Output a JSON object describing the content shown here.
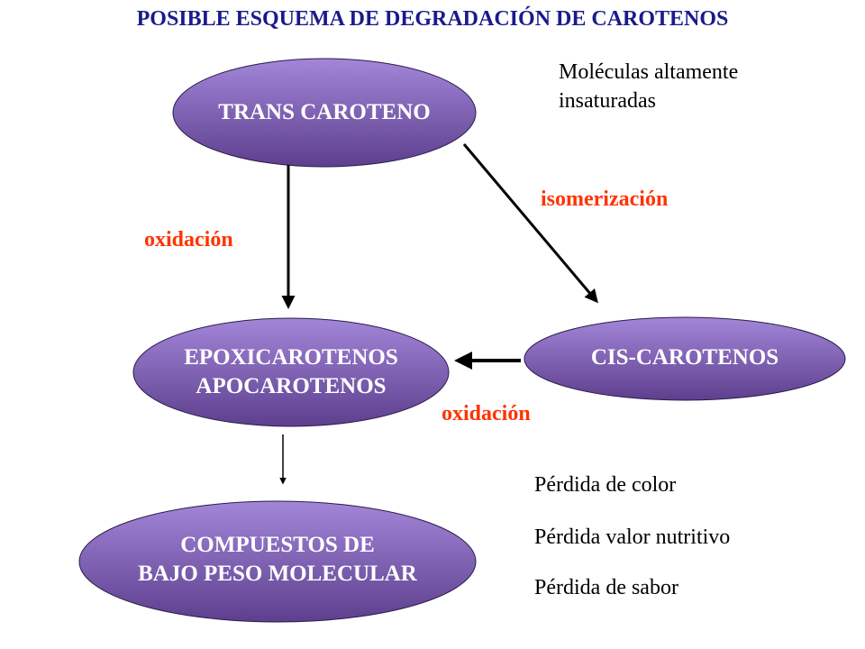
{
  "title": "POSIBLE ESQUEMA DE DEGRADACIÓN DE CAROTENOS",
  "colors": {
    "title": "#1a1a8c",
    "node_fill_top": "#a286d8",
    "node_fill_bottom": "#5e3f8e",
    "node_stroke": "#2a1c4a",
    "edge_label": "#ff3300",
    "arrow": "#000000"
  },
  "nodes": {
    "trans": {
      "line1": "TRANS CAROTENO"
    },
    "epoxi": {
      "line1": "EPOXICAROTENOS",
      "line2": "APOCAROTENOS"
    },
    "cis": {
      "line1": "CIS-CAROTENOS"
    },
    "compuestos": {
      "line1": "COMPUESTOS DE",
      "line2": "BAJO PESO MOLECULAR"
    }
  },
  "edges": {
    "oxidacion_vertical": "oxidación",
    "isomerizacion": "isomerización",
    "oxidacion_horizontal": "oxidación"
  },
  "notes": {
    "insaturadas_line1": "Moléculas altamente",
    "insaturadas_line2": "insaturadas",
    "losses": [
      "Pérdida de color",
      "Pérdida valor nutritivo",
      "Pérdida de sabor"
    ]
  }
}
